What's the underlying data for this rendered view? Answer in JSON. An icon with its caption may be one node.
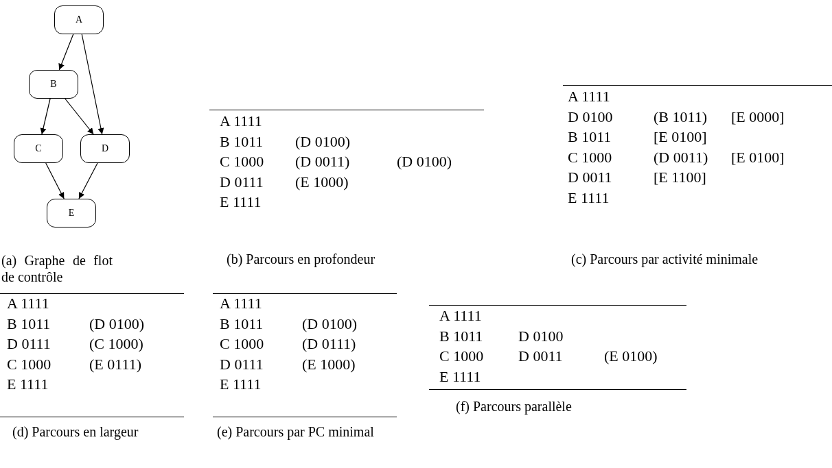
{
  "diagram": {
    "nodes": [
      {
        "text": [
          "A"
        ]
      },
      {
        "text": [
          "B"
        ]
      },
      {
        "text": [
          "C"
        ]
      },
      {
        "text": [
          "D"
        ]
      },
      {
        "text": [
          "E"
        ]
      }
    ],
    "edges": [
      {
        "from": 0,
        "to": 1,
        "arrow": "to"
      },
      {
        "from": 0,
        "to": 3,
        "arrow": "to"
      },
      {
        "from": 1,
        "to": 2,
        "arrow": "to"
      },
      {
        "from": 1,
        "to": 3,
        "arrow": "to"
      },
      {
        "from": 2,
        "to": 4,
        "arrow": "to"
      },
      {
        "from": 3,
        "to": 4,
        "arrow": "to"
      }
    ],
    "labels": [
      "(a) Graphe de flot de contrôle",
      "A 1111",
      "B 1011",
      "(D 0100)",
      "C 1000",
      "(D 0011)",
      "(D 0100)",
      "D 0111",
      "(E 1000)",
      "E 1111",
      "(b) Parcours en profondeur",
      "A 1111",
      "D 0100",
      "(B 1011)",
      "[E 0000]",
      "B 1011",
      "[E 0100]",
      "C 1000",
      "(D 0011)",
      "[E 0100]",
      "D 0011",
      "[E 1100]",
      "E 1111",
      "(c) Parcours par activité minimale",
      "A 1111",
      "B 1011",
      "(D 0100)",
      "D 0111",
      "(C 1000)",
      "C 1000",
      "(E 0111)",
      "E 1111",
      "(d) Parcours en largeur",
      "A 1111",
      "B 1011",
      "(D 0100)",
      "C 1000",
      "(D 0111)",
      "D 0111",
      "(E 1000)",
      "E 1111",
      "(e) Parcours par PC minimal",
      "A 1111",
      "B 1011",
      "D 0100",
      "C 1000",
      "D 0011",
      "(E 0100)",
      "E 1111",
      "(f) Parcours parallèle"
    ]
  }
}
